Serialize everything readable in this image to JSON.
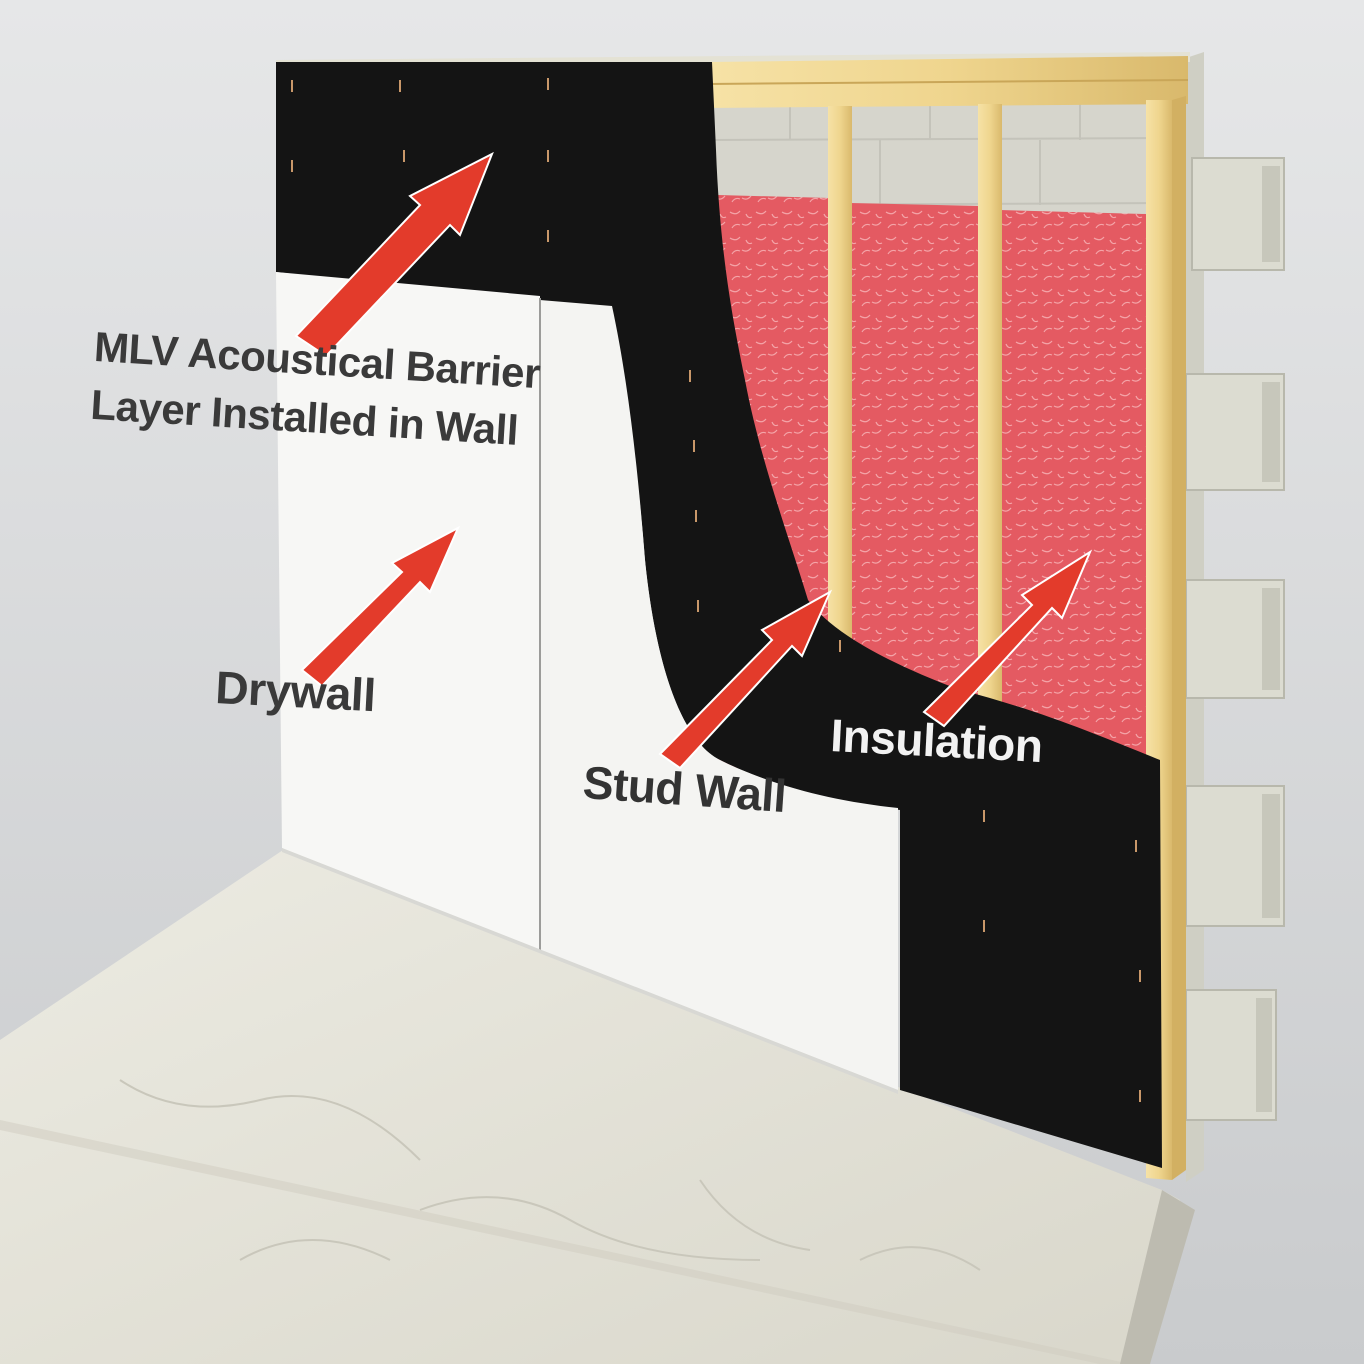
{
  "labels": {
    "mlv_line1": "MLV Acoustical Barrier",
    "mlv_line2": "Layer Installed in Wall",
    "drywall": "Drywall",
    "stud_wall": "Stud Wall",
    "insulation": "Insulation"
  },
  "colors": {
    "background": "#d7d9db",
    "floor": "#e7e5d9",
    "drywall": "#f7f7f5",
    "mlv_barrier": "#141414",
    "insulation": "#e45a62",
    "stud_wood": "#efd58e",
    "block_wall": "#d9d9cf",
    "arrow_red": "#e33b2b",
    "label_dark": "#3a3a3a",
    "label_light": "#f2f2f2"
  },
  "icons": [
    "arrow-icon"
  ]
}
